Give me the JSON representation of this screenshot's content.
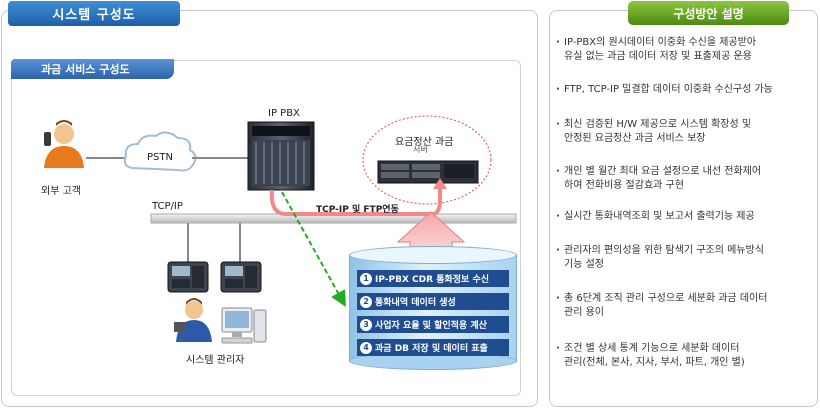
{
  "left_panel": {
    "title": "시스템 구성도",
    "subtitle": "과금 서비스 구성도"
  },
  "diagram": {
    "external_customer": "외부 고객",
    "pstn": "PSTN",
    "ip_pbx": "IP PBX",
    "billing_server": "요금정산 과금",
    "billing_server_overlap": "서버",
    "tcp_ip": "TCP/IP",
    "link_label": "TCP-IP 및 FTP연동",
    "system_admin": "시스템 관리자",
    "db_steps": [
      {
        "num": "1",
        "label": "IP-PBX  CDR 통화정보 수신"
      },
      {
        "num": "2",
        "label": "통화내역 데이터 생성"
      },
      {
        "num": "3",
        "label": "사업자 요율 및 할인적용 계산"
      },
      {
        "num": "4",
        "label": "과금 DB 저장 및 데이터 표출"
      }
    ]
  },
  "right_panel": {
    "title": "구성방안 설명",
    "items": [
      {
        "line1": "IP-PBX의 원시데이터 이중화 수신을 제공받아",
        "line2": "유실 없는 과금 데이터 저장 및 표출제공 운용"
      },
      {
        "line1": "FTP, TCP-IP 밀결합 데이터 이중화 수신구성 가능",
        "line2": ""
      },
      {
        "line1": "최신 검증된 H/W 제공으로 시스템 확장성 및",
        "line2": "안정된 요금정산 과금 서비스 보장"
      },
      {
        "line1": "개인 별 월간 최대 요금 설정으로 내선 전화제어",
        "line2": "하여 전화비용 절감효과 구현"
      },
      {
        "line1": "실시간 통화내역조회 및 보고서 출력기능 제공",
        "line2": ""
      },
      {
        "line1": "관리자의 편의성을 위한 탐색기 구조의 메뉴방식",
        "line2": "기능 설정"
      },
      {
        "line1": "총 6단계 조직 관리 구성으로 세분화 과금 데이터",
        "line2": "관리 용이"
      },
      {
        "line1": "조건 별 상세 통계 기능으로 세분화 데이터",
        "line2": "관리(전체, 본사, 지사, 부서, 파트, 개인 별)"
      }
    ]
  },
  "colors": {
    "blue_title": "#1f5fa8",
    "green_title": "#4c8a12",
    "db_item": "#1f4d8f",
    "red_arrow": "#f08080",
    "green_dash": "#22aa22"
  }
}
